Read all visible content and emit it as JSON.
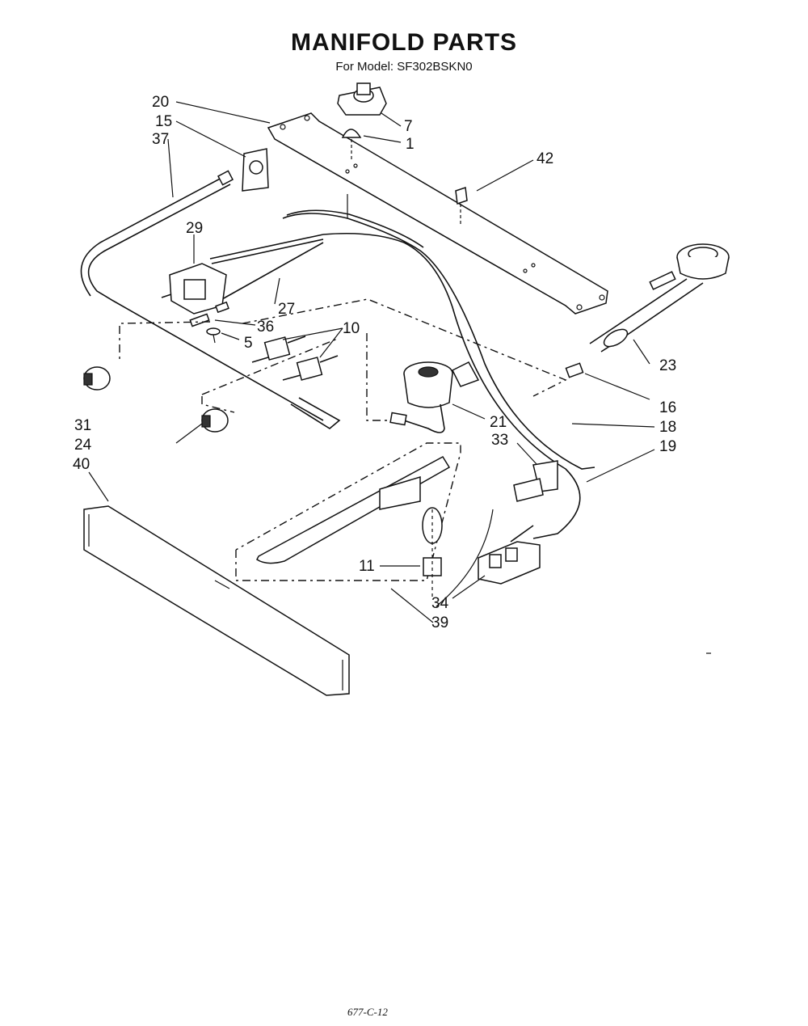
{
  "title": "MANIFOLD PARTS",
  "subtitle": "For Model: SF302BSKN0",
  "footer_code": "677-C-12",
  "labels": {
    "p20": "20",
    "p15": "15",
    "p37": "37",
    "p7": "7",
    "p1": "1",
    "p42": "42",
    "p29": "29",
    "p27": "27",
    "p36": "36",
    "p10": "10",
    "p5": "5",
    "p31": "31",
    "p24": "24",
    "p40": "40",
    "p21": "21",
    "p23": "23",
    "p16": "16",
    "p18": "18",
    "p19": "19",
    "p33": "33",
    "p11": "11",
    "p34": "34",
    "p39": "39"
  }
}
